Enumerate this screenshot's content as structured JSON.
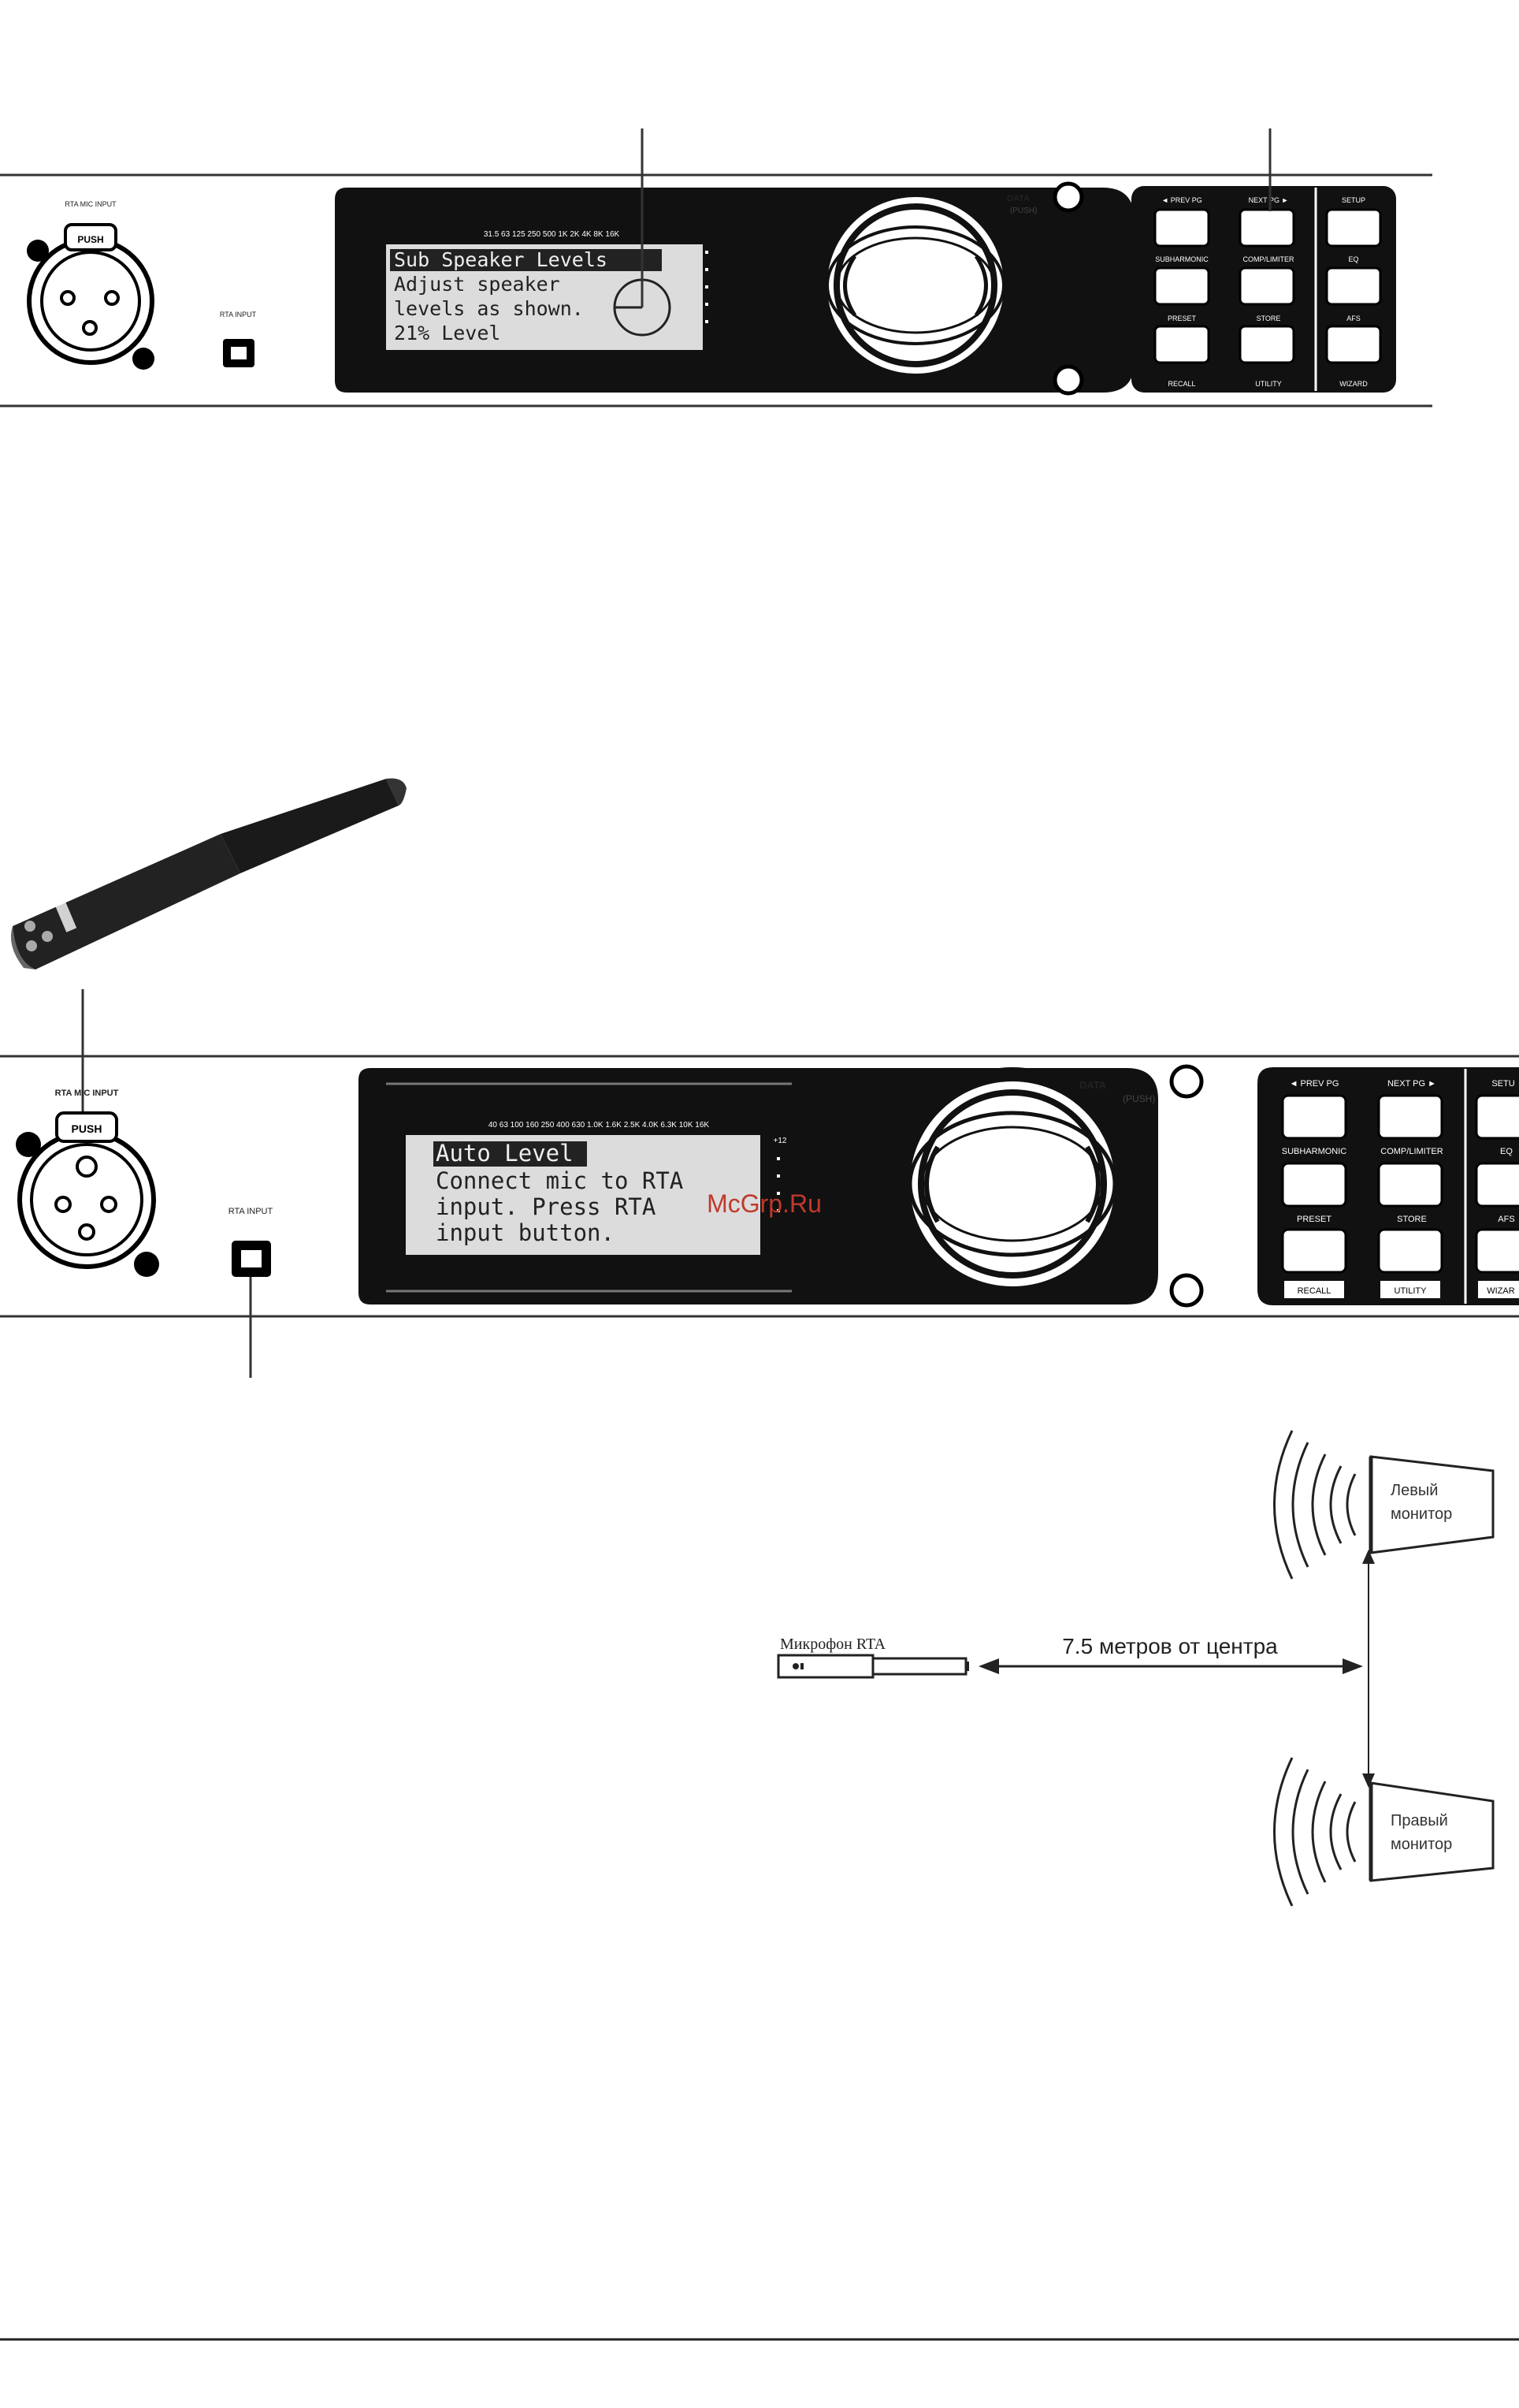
{
  "panel1": {
    "mic_input_label": "RTA MIC INPUT",
    "push_label": "PUSH",
    "rta_input_label": "RTA INPUT",
    "eq_freqs": "31.5 63 125 250 500 1K 2K 4K 8K 16K",
    "lcd_line1": "Sub Speaker Levels",
    "lcd_line2": "Adjust speaker",
    "lcd_line3": "levels as shown.",
    "lcd_line4": "21% Level",
    "data_label": "DATA",
    "push_sub": "(PUSH)",
    "btn_prev": "◄ PREV PG",
    "btn_next": "NEXT PG ►",
    "btn_setup": "SETUP",
    "btn_subharmonic": "SUBHARMONIC",
    "btn_complimiter": "COMP/LIMITER",
    "btn_eq": "EQ",
    "btn_preset": "PRESET",
    "btn_store": "STORE",
    "btn_afs": "AFS",
    "btn_recall": "RECALL",
    "btn_utility": "UTILITY",
    "btn_wizard": "WIZARD"
  },
  "panel2": {
    "mic_input_label": "RTA MIC INPUT",
    "push_label": "PUSH",
    "rta_input_label": "RTA INPUT",
    "eq_freqs": "40  63  100  160  250  400  630  1.0K  1.6K  2.5K  4.0K  6.3K  10K  16K",
    "meter_top": "+12",
    "lcd_line1": "Auto Level",
    "lcd_line2": "Connect mic to RTA",
    "lcd_line3": "input. Press RTA",
    "lcd_line4": "input button.",
    "data_label": "DATA",
    "push_sub": "(PUSH)",
    "btn_prev": "◄ PREV PG",
    "btn_next": "NEXT PG ►",
    "btn_setup": "SETU",
    "btn_subharmonic": "SUBHARMONIC",
    "btn_complimiter": "COMP/LIMITER",
    "btn_eq": "EQ",
    "btn_preset": "PRESET",
    "btn_store": "STORE",
    "btn_afs": "AFS",
    "btn_recall": "RECALL",
    "btn_utility": "UTILITY",
    "btn_wizard": "WIZAR"
  },
  "watermark": "McGrp.Ru",
  "placement": {
    "left_monitor": "Левый монитор",
    "left_monitor_line1": "Левый",
    "left_monitor_line2": "монитор",
    "right_monitor_line1": "Правый",
    "right_monitor_line2": "монитор",
    "mic_label": "Микрофон RTA",
    "distance_label": "7.5 метров от центра"
  }
}
